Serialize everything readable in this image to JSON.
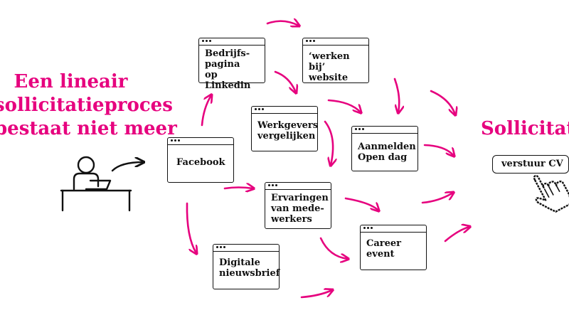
{
  "colors": {
    "accent": "#e6007e",
    "ink": "#111111",
    "background": "#ffffff"
  },
  "heading_left": [
    "Een lineair",
    "sollicitatieproces",
    "bestaat niet meer"
  ],
  "heading_right": "Sollicitatie",
  "apply_button": {
    "label": "verstuur CV",
    "icon": "pointing-hand-cursor-icon"
  },
  "person_icon": "person-at-laptop-icon",
  "windows": [
    {
      "id": "facebook",
      "label": "Facebook"
    },
    {
      "id": "linkedin",
      "label": "Bedrijfs-\npagina\nop Linkedin"
    },
    {
      "id": "werken-bij",
      "label": "‘werken bij’\nwebsite"
    },
    {
      "id": "werkgevers",
      "label": "Werkgevers\nvergelijken"
    },
    {
      "id": "open-dag",
      "label": "Aanmelden\nOpen dag"
    },
    {
      "id": "ervaringen",
      "label": "Ervaringen\nvan mede-\nwerkers"
    },
    {
      "id": "career",
      "label": "Career\nevent"
    },
    {
      "id": "nieuwsbrief",
      "label": "Digitale\nnieuwsbrief"
    }
  ]
}
